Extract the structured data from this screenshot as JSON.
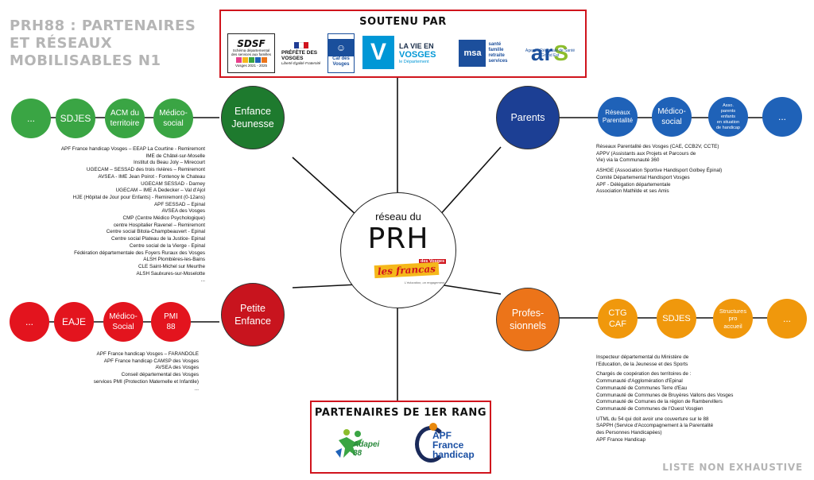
{
  "title": "PRH88 : PARTENAIRES\nET RÉSEAUX\nMOBILISABLES N1",
  "footer_note": "LISTE NON EXHAUSTIVE",
  "sponsors": {
    "title": "SOUTENU PAR",
    "sdsf": {
      "big": "SDSF",
      "line": "Schéma départemental des services aux familles",
      "years": "Vosges 2021 - 2025"
    },
    "prefet": {
      "name": "PRÉFÈTE DES VOSGES",
      "motto": "Liberté Égalité Fraternité"
    },
    "caf": {
      "name": "Caf des Vosges"
    },
    "vosges": {
      "v": "V",
      "l1": "LA VIE EN",
      "l2": "VOSGES",
      "l3": "le Département"
    },
    "msa": {
      "mark": "msa",
      "lines": [
        "santé",
        "famille",
        "retraite",
        "services"
      ]
    },
    "ars": {
      "main_a": "ar",
      "main_s": "S",
      "sub": "Agence Régionale de Santé Grand Est"
    }
  },
  "partners": {
    "title": "PARTENAIRES DE 1ER RANG",
    "adapei": "Adapei 88",
    "apf": "APF France handicap"
  },
  "hub": {
    "pre": "réseau du",
    "name": "PRH",
    "francas_top": "des Vosges",
    "francas": "les francas",
    "tagline": "L'éducation, un engagement"
  },
  "categories": {
    "enfance": {
      "label": "Enfance\nJeunesse",
      "color": "#1e7a2e"
    },
    "petite": {
      "label": "Petite\nEnfance",
      "color": "#c8141e"
    },
    "parents": {
      "label": "Parents",
      "color": "#1c3f94"
    },
    "pros": {
      "label": "Profes-\nsionnels",
      "color": "#ec7419"
    }
  },
  "enfance_subs": [
    "...",
    "SDJES",
    "ACM du\nterritoire",
    "Médico-\nsocial"
  ],
  "petite_subs": [
    "...",
    "EAJE",
    "Médico-\nSocial",
    "PMI\n88"
  ],
  "parents_subs": [
    "Réseaux\nParentalité",
    "Médico-\nsocial",
    "Asso.\nparents\nenfants\nen situation\nde handicap",
    "..."
  ],
  "pros_subs": [
    "CTG\nCAF",
    "SDJES",
    "Structures\npro\naccueil",
    "..."
  ],
  "colors": {
    "green_sub": "#3aa544",
    "red_sub": "#e3141e",
    "blue_sub": "#1f62b8",
    "orange_sub": "#f0980c",
    "frame": "#d0141d",
    "title_grey": "#b5b5b5"
  },
  "enfance_list": [
    "APF France handicap Vosges – EEAP La Courtine - Remiremont",
    "IME de Châtel-sur-Moselle",
    "Institut du Beau Joly – Mirecourt",
    "UGECAM – SESSAD des trois rivières – Remiremont",
    "AVSEA - IME Jean Poirot - Fontenoy le Chateau",
    "UGECAM SESSAD - Darney",
    "UGECAM – IME A Dedecker – Val d'Ajol",
    "HJE (Hôpital de Jour pour Enfants) - Remiremont (0-12ans)",
    "APF SESSAD – Epinal",
    "AVSEA des Vosges",
    "CMP (Centre Médico Psychologique)",
    "centre Hospitalier Ravenel – Remiremont",
    "Centre social Bitola-Champbeauvert - Epinal",
    "Centre social Plateau de la Justice- Epinal",
    "Centre social de la Vierge - Epinal",
    "Fédération départementale des Foyers Ruraux des Vosges",
    "ALSH Plombières-les-Bains",
    "CLE Saint-Michel sur Meurthe",
    "ALSH Saulxures-sur-Moselotte",
    "..."
  ],
  "petite_list": [
    "APF France handicap Vosges – FARANDOLE",
    "APF France handicap CAMSP des Vosges",
    "AVSEA des Vosges",
    "Conseil départemental des Vosges",
    "services PMI (Protection Maternelle et Infantile)",
    "..."
  ],
  "parents_list": [
    "Réseaux Parentalité des Vosges (CAE, CCB2V, CCTE)",
    "APPV (Assistants aux Projets et Parcours de",
    "Vie) via la Communauté 360",
    "",
    "ASHGE (Association Sportive Handisport Golbey Épinal)",
    "Comité Départemental Handisport Vosges",
    "APF - Délégation départementale",
    "Association Mathilde et ses Amis"
  ],
  "pros_list": [
    "Inspecteur départemental du Ministère de",
    "l'Education, de la Jeunesse et des Sports",
    "",
    "Chargés de coopération des territoires de :",
    "Communauté d'Agglomération d'Epinal",
    "Communauté de Communes Terre d'Eau",
    "Communauté de Communes de Bruyères Vallons des Vosges",
    "Communauté de Comunes de la région de Rambervillers",
    "Communauté de Communes de l'Ouest Vosgien",
    "",
    "UTML du 54 qui doit avoir une couverture sur le 88",
    "SAPPH (Service d'Accompagnement à la Parentalité",
    "des Personnes Handicapées)",
    "APF France Handicap"
  ]
}
